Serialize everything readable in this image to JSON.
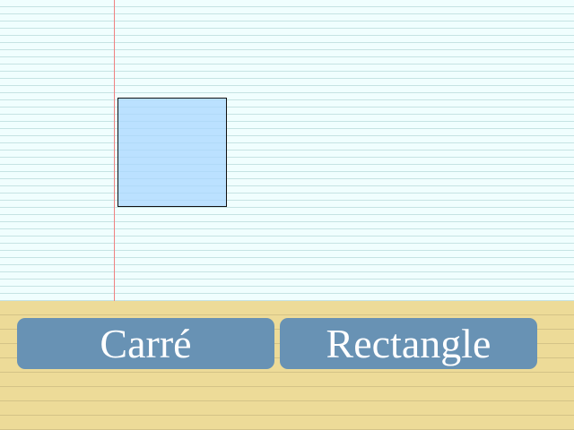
{
  "shape": {
    "kind": "square",
    "fill_color": "#aad7ff",
    "stroke_color": "#111111"
  },
  "colors": {
    "paper": "#f0fefe",
    "paper_rule": "#c6e3e3",
    "margin_line": "#f08080",
    "tray": "#eddb98",
    "button": "#6892b4",
    "button_text": "#ffffff"
  },
  "answers": {
    "carre_label": "Carré",
    "rectangle_label": "Rectangle"
  }
}
